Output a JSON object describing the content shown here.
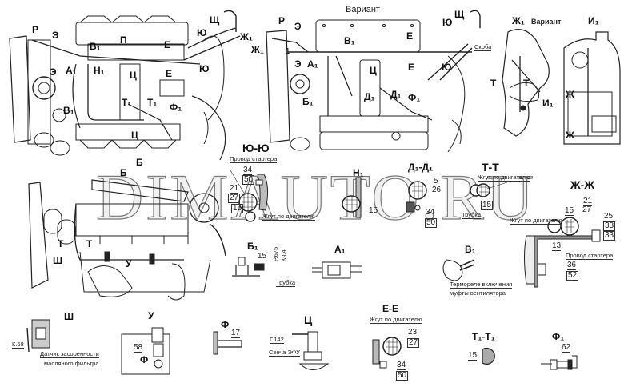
{
  "watermark": "DIMAUTO.RU",
  "main_views": {
    "view1_labels": {
      "r": "Р",
      "e": "Э",
      "e2": "Э",
      "a1": "А₁",
      "v1": "В₁",
      "v1b": "В₁",
      "n1": "Н₁",
      "p": "П",
      "ye": "Е",
      "ye2": "Е",
      "sch": "Щ",
      "yu": "Ю",
      "yu2": "Ю",
      "zh1": "Ж₁",
      "ts": "Ц",
      "ts2": "Ц",
      "t1": "Т₁",
      "t1b": "Т₁",
      "f1": "Ф₁"
    },
    "view2_title": "Вариант",
    "view2_labels": {
      "r": "Р",
      "e": "Э",
      "e2": "Э",
      "zh1": "Ж₁",
      "a1": "А₁",
      "one": "1",
      "b1": "Б₁",
      "v1": "В₁",
      "ts": "Ц",
      "d1": "Д₁",
      "d1b": "Д₁",
      "f1": "Ф₁",
      "ye": "Е",
      "ye2": "Е",
      "yu": "Ю",
      "yu2": "Ю",
      "sch": "Щ",
      "skoba": "Скоба"
    },
    "view3_labels": {
      "zh1": "Ж₁",
      "variant": "Вариант",
      "t": "Т",
      "t2": "Т",
      "i1": "И₁"
    },
    "view4_labels": {
      "title": "И₁",
      "zh": "Ж",
      "zh2": "Ж"
    },
    "view5_labels": {
      "b": "Б",
      "b2": "Б",
      "t": "Т",
      "t2": "Т",
      "sh": "Ш",
      "u": "У"
    }
  },
  "sections": {
    "yu_yu": {
      "title": "Ю-Ю",
      "wire_label": "Провод стартера",
      "harness_label": "Жгут по двигателю",
      "n34": "34",
      "n50": "50",
      "n21": "21",
      "n27": "27",
      "n15": "15"
    },
    "n1": {
      "title": "Н₁",
      "n15": "15"
    },
    "d1_d1": {
      "title": "Д₁-Д₁",
      "n5": "5",
      "n26": "26",
      "n34": "34",
      "n50": "50"
    },
    "t_t": {
      "title": "Т-Т",
      "harness_label": "Жгут по двигателю",
      "tube_label": "Трубка",
      "n15": "15"
    },
    "zh_zh": {
      "title": "Ж-Ж",
      "harness_label": "Жгут по двигателю",
      "wire_label": "Провод стартера",
      "n21": "21",
      "n27": "27",
      "n15": "15",
      "n25": "25",
      "n33a": "33",
      "n33b": "33",
      "n13": "13",
      "n36": "36",
      "n52": "52"
    },
    "b1": {
      "title": "Б₁",
      "n15": "15",
      "wire_code1": "Р.675",
      "wire_code2": "Кч.4",
      "tube_label": "Трубка"
    },
    "a1": {
      "title": "А₁"
    },
    "v1": {
      "title": "В₁",
      "caption1": "Термореле включения",
      "caption2": "муфты вентилятора"
    },
    "sh": {
      "title": "Ш",
      "code": "К.68",
      "caption1": "Датчик засоренности",
      "caption2": "масляного фильтра"
    },
    "u": {
      "title": "У",
      "n58": "58",
      "arrow_label": "Ф"
    },
    "f": {
      "title": "Ф",
      "n17": "17"
    },
    "ts": {
      "title": "Ц",
      "code": "Г.142",
      "caption": "Свеча ЭФУ"
    },
    "e_e": {
      "title": "Е-Е",
      "harness_label": "Жгут по двигателю",
      "n23": "23",
      "n27": "27",
      "n34": "34",
      "n50": "50"
    },
    "t1_t1": {
      "title": "Т₁-Т₁",
      "n15": "15"
    },
    "f1": {
      "title": "Ф₁",
      "n62": "62"
    }
  }
}
